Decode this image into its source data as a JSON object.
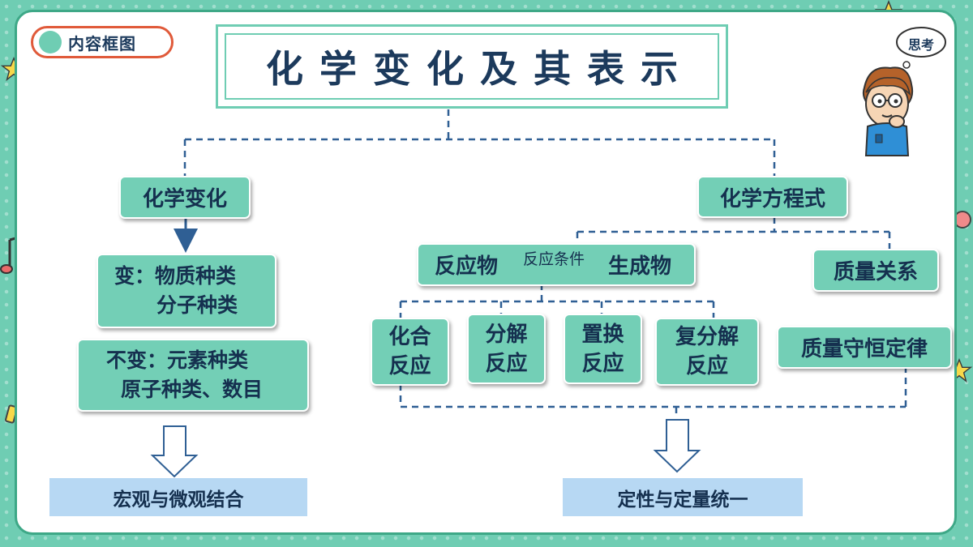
{
  "badge": {
    "label": "内容框图"
  },
  "title": "化学变化及其表示",
  "left": {
    "head": "化学变化",
    "change_line1": "变：物质种类",
    "change_line2": "分子种类",
    "unchanged_line1": "不变：元素种类",
    "unchanged_line2": "原子种类、数目",
    "banner": "宏观与微观结合"
  },
  "right": {
    "head": "化学方程式",
    "reactant": "反应物",
    "condition": "反应条件",
    "product": "生成物",
    "mass_relation": "质量关系",
    "reactions": [
      {
        "l1": "化合",
        "l2": "反应"
      },
      {
        "l1": "分解",
        "l2": "反应"
      },
      {
        "l1": "置换",
        "l2": "反应"
      },
      {
        "l1": "复分解",
        "l2": "反应"
      }
    ],
    "conservation": "质量守恒定律",
    "banner": "定性与定量统一"
  },
  "thinking": {
    "label": "思考"
  },
  "colors": {
    "node": "#73cfb6",
    "frame": "#6fcdb3",
    "text": "#15304f",
    "line": "#2f5f94",
    "banner": "#b7d8f3",
    "badge_border": "#e05a3a"
  }
}
